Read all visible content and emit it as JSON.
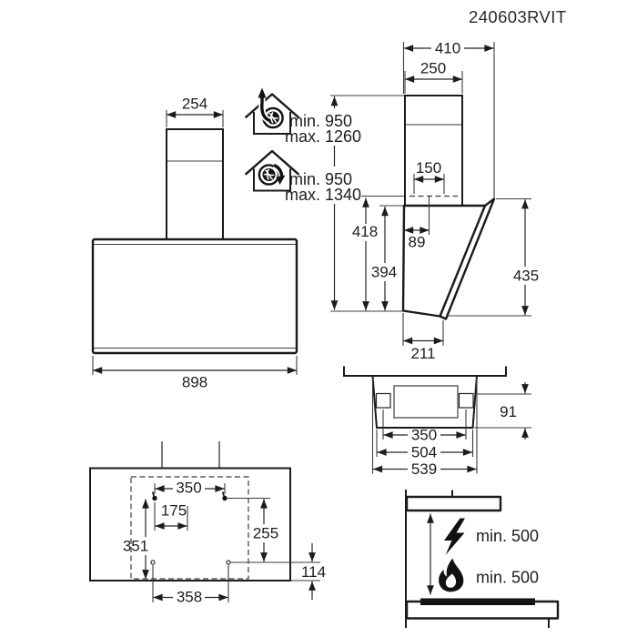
{
  "title": "240603RVIT",
  "front": {
    "chimney_width": "254",
    "body_width": "898"
  },
  "ducting": {
    "extraction": {
      "min": "min. 950",
      "max": "max. 1260"
    },
    "recirculation": {
      "min": "min. 950",
      "max": "max. 1340"
    }
  },
  "side": {
    "total_depth": "410",
    "chimney_depth": "250",
    "duct_width": "150",
    "duct_offset": "89",
    "height_to_duct": "418",
    "body_height": "394",
    "panel_height": "435",
    "bottom_depth": "211"
  },
  "bottom": {
    "bracket_span": "350",
    "inner_width": "504",
    "outer_width": "539",
    "spigot_offset": "91"
  },
  "template": {
    "upper_holes_span": "350",
    "upper_half_span": "175",
    "left_height": "351",
    "right_height": "255",
    "lower_edge_offset": "114",
    "lower_holes_span": "358"
  },
  "clearances": {
    "electric_hob": "min. 500",
    "gas_hob": "min. 500"
  }
}
